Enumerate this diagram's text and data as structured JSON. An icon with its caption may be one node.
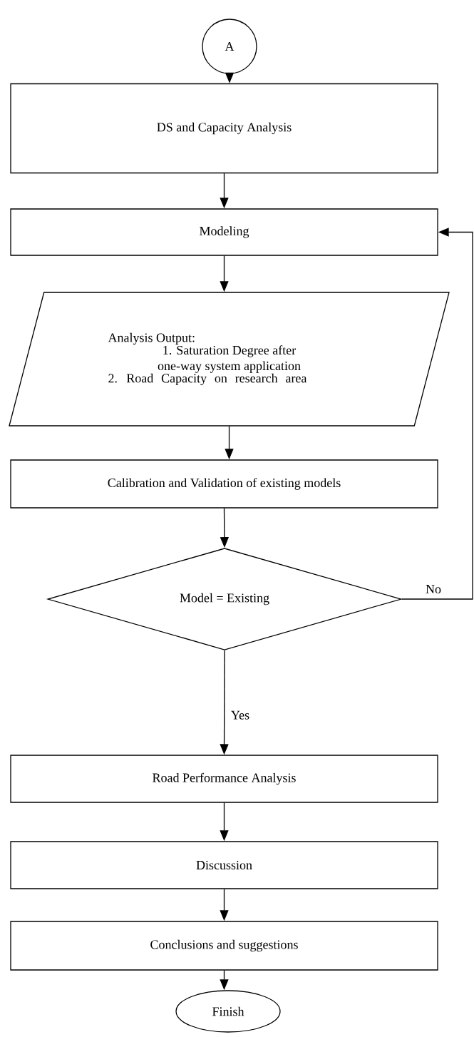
{
  "diagram": {
    "nodes": [
      {
        "text": [
          "A"
        ]
      },
      {
        "text": [
          "DS and Capacity Analysis"
        ]
      },
      {
        "text": [
          "Modeling"
        ]
      },
      {
        "text": [
          "Analysis Output:",
          "1. Saturation Degree after one-way system application",
          "2. Road Capacity on research area"
        ]
      },
      {
        "text": [
          "Calibration and Validation of existing models"
        ]
      },
      {
        "text": [
          "Model = Existing"
        ]
      },
      {
        "text": [
          "Road Performance Analysis"
        ]
      },
      {
        "text": [
          "Discussion"
        ]
      },
      {
        "text": [
          "Conclusions and suggestions"
        ]
      },
      {
        "text": [
          "Finish"
        ]
      }
    ],
    "edges": [
      {
        "from": 0,
        "to": 1,
        "arrow": "to"
      },
      {
        "from": 1,
        "to": 2,
        "arrow": "to"
      },
      {
        "from": 2,
        "to": 3,
        "arrow": "to"
      },
      {
        "from": 3,
        "to": 4,
        "arrow": "to"
      },
      {
        "from": 4,
        "to": 5,
        "arrow": "to"
      },
      {
        "from": 5,
        "to": 6,
        "arrow": "to",
        "label": "Yes"
      },
      {
        "from": 6,
        "to": 7,
        "arrow": "to"
      },
      {
        "from": 7,
        "to": 8,
        "arrow": "to"
      },
      {
        "from": 8,
        "to": 9,
        "arrow": "to"
      },
      {
        "from": 5,
        "to": 2,
        "arrow": "to",
        "label": "No"
      }
    ]
  }
}
